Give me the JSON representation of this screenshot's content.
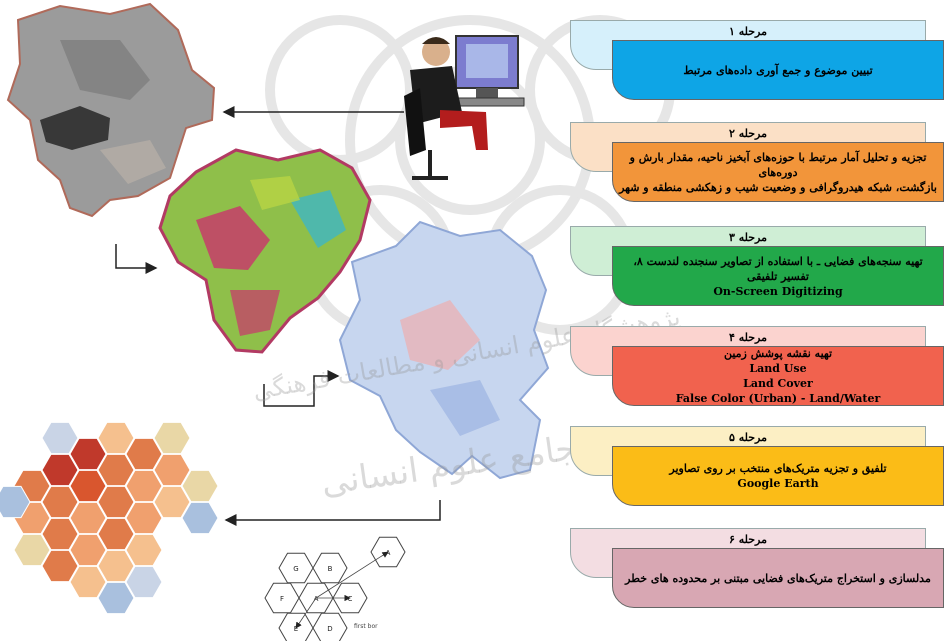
{
  "stages": [
    {
      "title": "مرحله ۱",
      "lines": [
        "تبیین موضوع و جمع آوری داده‌های مرتبط"
      ],
      "tab_color": "#d6f0fb",
      "body_color": "#0ea5e6"
    },
    {
      "title": "مرحله ۲",
      "lines": [
        "تجزیه و تحلیل آمار مرتبط با حوزه‌های آبخیز ناحیه، مقدار بارش و دوره‌های",
        "بازگشت، شبکه هیدروگرافی و وضعیت شیب و زهکشی منطقه و شهر"
      ],
      "tab_color": "#fbe0c6",
      "body_color": "#f2953a"
    },
    {
      "title": "مرحله ۳",
      "lines": [
        "تهیه سنجه‌های فضایی ـ با استفاده از تصاویر سنجنده لندست ۸، تفسیر تلفیقی",
        "On-Screen Digitizing"
      ],
      "tab_color": "#cfeed5",
      "body_color": "#22a84a"
    },
    {
      "title": "مرحله ۴",
      "lines": [
        "تهیه نقشه پوشش زمین",
        "Land Use",
        "Land Cover",
        "False Color (Urban) - Land/Water"
      ],
      "tab_color": "#fbd3cf",
      "body_color": "#f1624e"
    },
    {
      "title": "مرحله ۵",
      "lines": [
        "تلفیق و تجزیه متریک‌های منتخب بر روی تصاویر",
        "Google Earth"
      ],
      "tab_color": "#fcefc4",
      "body_color": "#fbbc17"
    },
    {
      "title": "مرحله ۶",
      "lines": [
        "مدلسازی و استخراج متریک‌های فضایی مبتنی بر محدوده های خطر"
      ],
      "tab_color": "#f3dde2",
      "body_color": "#d8a7b3"
    }
  ],
  "hex_labels": [
    "G",
    "B",
    "A",
    "F",
    "A",
    "C",
    "E",
    "D"
  ],
  "hex_note": "first bor",
  "watermark": [
    "پرتال جامع علوم انسانی",
    "پژوهشگاه علوم انسانی و مطالعات فرهنگی"
  ]
}
